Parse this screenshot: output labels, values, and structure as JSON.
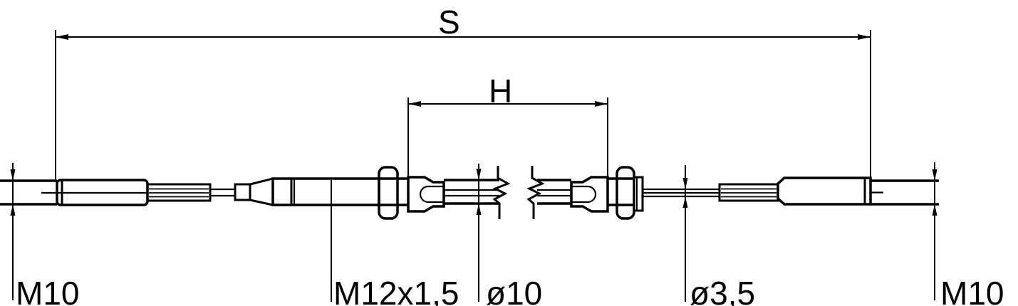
{
  "drawing": {
    "labels": {
      "overall_length": "S",
      "housing_length": "H",
      "thread_left": "M10",
      "adjuster_thread": "M12x1,5",
      "sheath_diameter": "ø10",
      "inner_cable_diameter": "ø3,5",
      "thread_right": "M10"
    },
    "colors": {
      "line": "#000000",
      "background": "#ffffff"
    }
  }
}
